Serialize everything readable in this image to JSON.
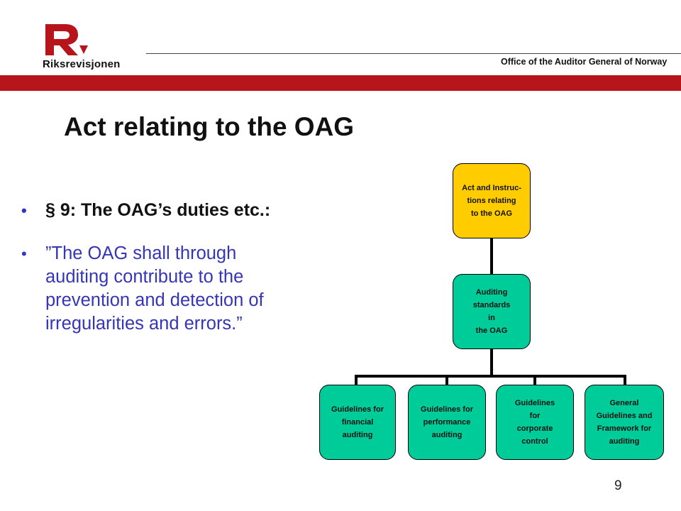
{
  "header": {
    "logo_letter": "R",
    "logo_text": "Riksrevisjonen",
    "org_name": "Office of the Auditor General of Norway",
    "brand_color": "#b5151b"
  },
  "slide": {
    "title": "Act relating to the OAG",
    "bullets": [
      {
        "text": "§ 9: The OAG’s duties etc.:"
      },
      {
        "text": "”The OAG shall through auditing contribute to the prevention and detection of irregularities and errors.”"
      }
    ],
    "page_number": "9"
  },
  "org_chart": {
    "top": "Act and Instruc-\ntions relating\nto the OAG",
    "middle": "Auditing\nstandards\nin\nthe OAG",
    "leaves": [
      "Guidelines for\nfinancial\nauditing",
      "Guidelines for\nperformance\nauditing",
      "Guidelines\nfor\ncorporate\ncontrol",
      "General\nGuidelines and\nFramework for\nauditing"
    ],
    "colors": {
      "top": "#ffcc00",
      "boxes": "#00cc99"
    }
  }
}
